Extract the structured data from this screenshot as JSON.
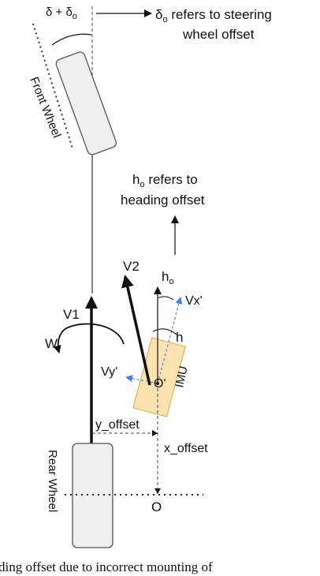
{
  "labels": {
    "delta_base": "δ + δ",
    "delta_sub": "o",
    "delta_note_symbol": "δ",
    "delta_note_sub": "o",
    "delta_note_line1": " refers to steering",
    "delta_note_line2": "wheel offset",
    "front_wheel": "Front Wheel",
    "heading_note_symbol": "h",
    "heading_note_sub": "o",
    "heading_note_line1": " refers to",
    "heading_note_line2": "heading offset",
    "v2": "V2",
    "ho_symbol": "h",
    "ho_sub": "o",
    "vx_prime": "Vx'",
    "v1": "V1",
    "w": "W",
    "h": "h",
    "vy_prime": "Vy'",
    "o_prime": "O'",
    "imu": "IMU",
    "y_offset": "y_offset",
    "x_offset": "x_offset",
    "rear_wheel": "Rear Wheel",
    "o": "O",
    "caption": "ding offset due to incorrect mounting of"
  },
  "colors": {
    "ink": "#111111",
    "wheel_fill": "#efefef",
    "wheel_stroke": "#555555",
    "imu_fill": "#fbe3b0",
    "imu_stroke": "#e0b25c",
    "imu_axis": "#3b82f6"
  },
  "icons": {
    "turn_arrow": "curved-arrow-icon"
  }
}
